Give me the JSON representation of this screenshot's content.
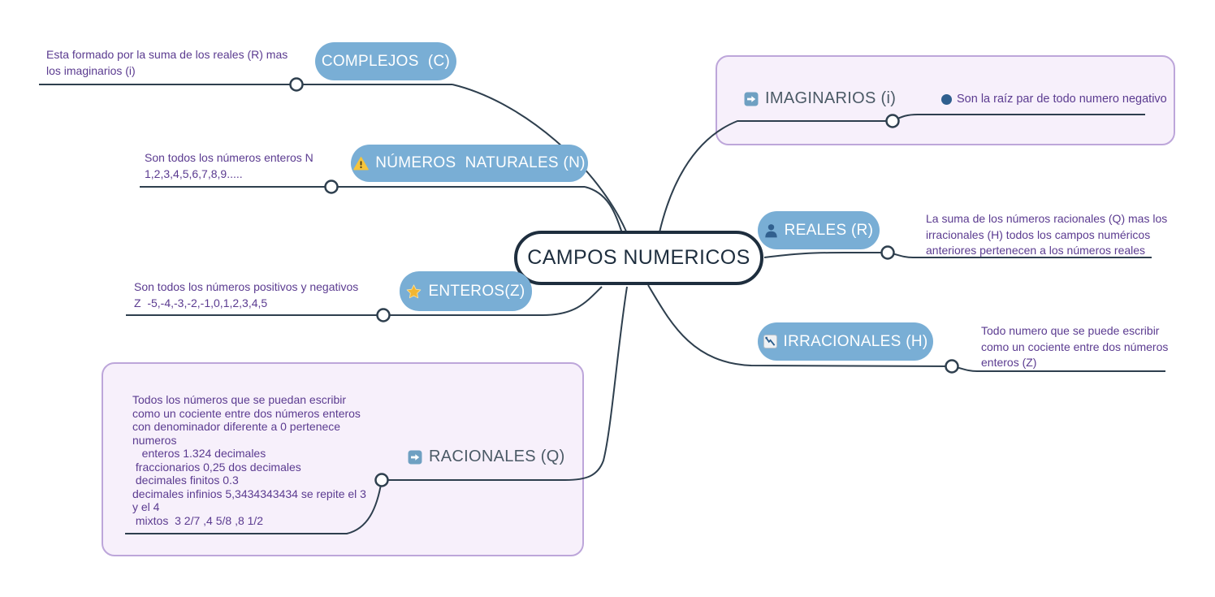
{
  "central": {
    "label": "CAMPOS NUMERICOS"
  },
  "topics": {
    "complejos": {
      "label": "COMPLEJOS  (C)",
      "note": "Esta formado por la suma de los reales (R) mas\nlos imaginarios (i)"
    },
    "naturales": {
      "label": "NÚMEROS  NATURALES (N)",
      "icon": "warning-icon",
      "note": "Son todos los números enteros N\n1,2,3,4,5,6,7,8,9....."
    },
    "enteros": {
      "label": "ENTEROS(Z)",
      "icon": "star-icon",
      "note": "Son todos los números positivos y negativos\nZ  -5,-4,-3,-2,-1,0,1,2,3,4,5"
    },
    "racionales": {
      "label": "RACIONALES (Q)",
      "icon": "right-arrow-icon",
      "note": "Todos los números que se puedan escribir\ncomo un cociente entre dos números enteros\ncon denominador diferente a 0 pertenece\nnumeros\n   enteros 1.324 decimales\n fraccionarios 0,25 dos decimales\n decimales finitos 0.3\ndecimales infinios 5,3434343434 se repite el 3\ny el 4\n mixtos  3 2/7 ,4 5/8 ,8 1/2"
    },
    "imaginarios": {
      "label": "IMAGINARIOS (i)",
      "icon": "right-arrow-icon",
      "note": "Son la raíz par de todo numero negativo"
    },
    "reales": {
      "label": "REALES (R)",
      "icon": "person-icon",
      "note": "La suma de los números racionales (Q) mas los\nirracionales (H) todos los campos numéricos\nanteriores pertenecen a los números reales"
    },
    "irracionales": {
      "label": "IRRACIONALES (H)",
      "icon": "chart-decreasing-icon",
      "note": "Todo numero que se puede escribir\ncomo un cociente entre dos números\nenteros (Z)"
    }
  },
  "icons": [
    "warning-icon",
    "star-icon",
    "right-arrow-icon",
    "person-icon",
    "chart-decreasing-icon",
    "bullet-icon"
  ],
  "colors": {
    "topic_pill": "#79aed5",
    "branch_line": "#2e3f4e",
    "central_border": "#1e2e3e",
    "note_text": "#5b3b90",
    "floating_title_text": "#4b5a66",
    "boundary_fill": "#f7f0fb",
    "boundary_border": "#bda6da",
    "bullet": "#2f5f8e"
  }
}
